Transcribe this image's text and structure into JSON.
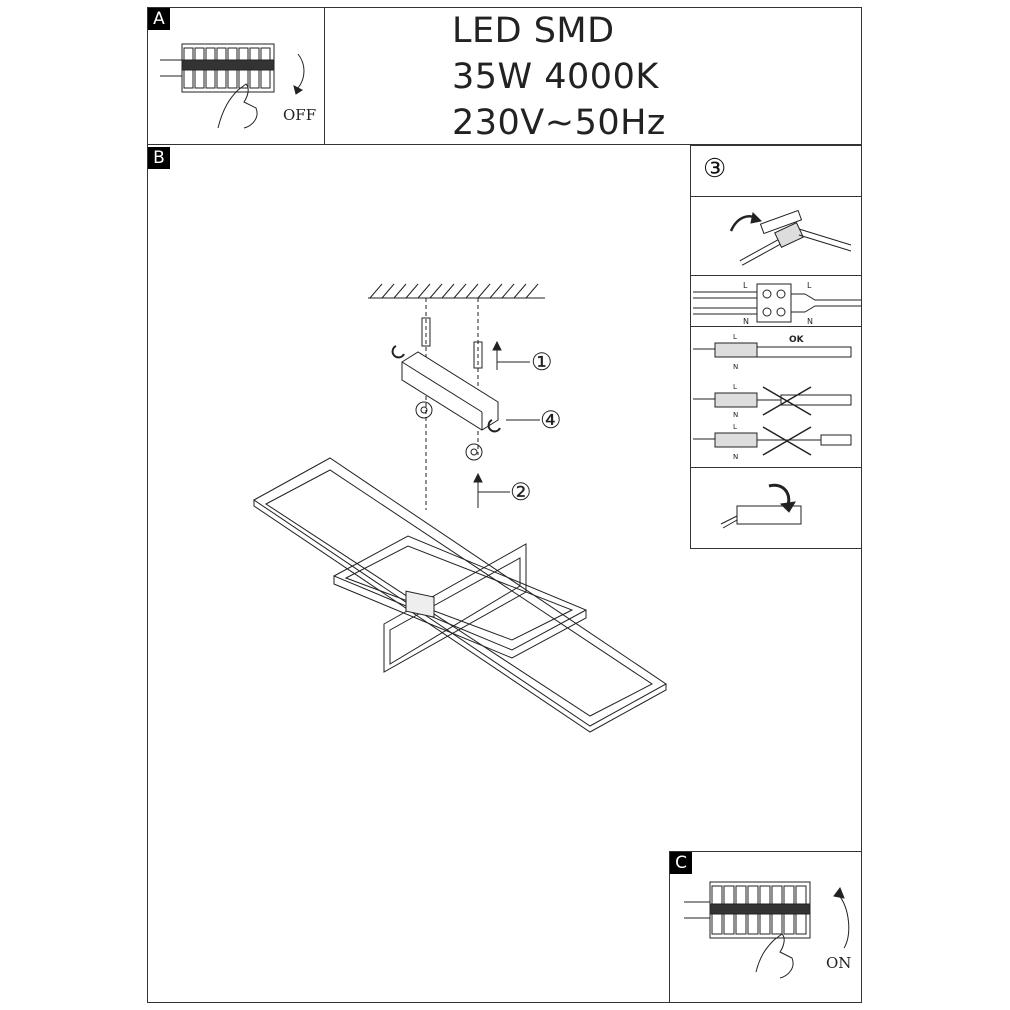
{
  "panels": {
    "a_tag": "A",
    "b_tag": "B",
    "c_tag": "C"
  },
  "title": {
    "line1": "LED SMD",
    "line2": "35W 4000K",
    "line3": "230V~50Hz"
  },
  "breaker": {
    "off_label": "OFF",
    "on_label": "ON"
  },
  "steps": {
    "s1": "①",
    "s2": "②",
    "s3": "③",
    "s4": "④"
  },
  "wiring": {
    "l": "L",
    "n": "N",
    "ok": "OK"
  }
}
